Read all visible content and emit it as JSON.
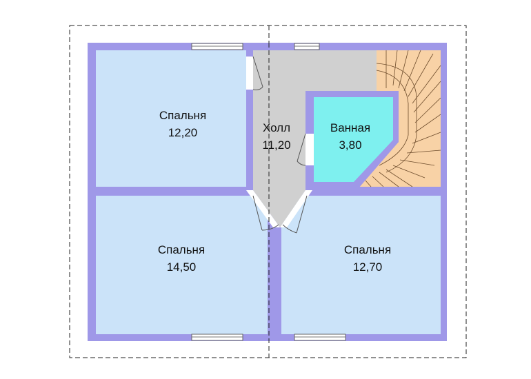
{
  "rooms": {
    "bedroom_top_left": {
      "name": "Спальня",
      "area": "12,20"
    },
    "hall": {
      "name": "Холл",
      "area": "11,20"
    },
    "bathroom": {
      "name": "Ванная",
      "area": "3,80"
    },
    "bedroom_bottom_left": {
      "name": "Спальня",
      "area": "14,50"
    },
    "bedroom_bottom_right": {
      "name": "Спальня",
      "area": "12,70"
    }
  },
  "colors": {
    "wall": "#9f98e8",
    "bedroom": "#cbe3f9",
    "hall": "#d0d0d0",
    "bathroom": "#7ef0ef",
    "stairs": "#f8d2a6",
    "background": "#ffffff"
  }
}
